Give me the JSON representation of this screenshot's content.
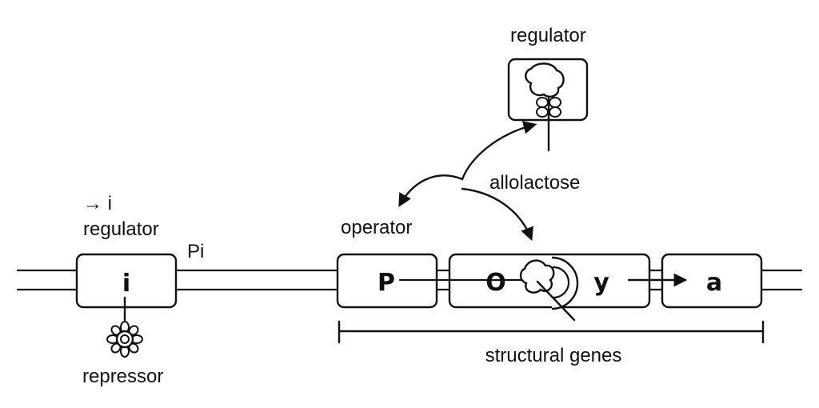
{
  "labels": {
    "arrow_i": "→ i",
    "regulator_left": "regulator",
    "pi": "Pi",
    "repressor": "repressor",
    "regulator_top": "regulator",
    "allolactose": "allolactose",
    "operator": "operator",
    "structural_genes": "structural genes"
  },
  "genes": {
    "i": "i",
    "p": "P",
    "o": "O",
    "y": "y",
    "a": "a"
  },
  "colors": {
    "ink": "#111111",
    "background": "#ffffff",
    "box_fill": "#ffffff"
  }
}
